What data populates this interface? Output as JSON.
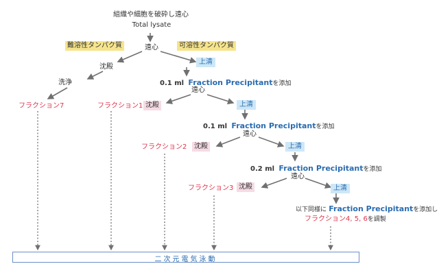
{
  "chart_data": {
    "type": "table",
    "nodes": {
      "start": "組織や細胞を破砕し遠心",
      "lysate": "Total lysate",
      "insoluble": "難溶性タンパク質",
      "soluble": "可溶性タンパク質",
      "centrifuge": "遠心",
      "precipitate": "沈殿",
      "supernatant": "上清",
      "wash": "洗浄",
      "fr7": "フラクション7",
      "fr1": "フラクション1",
      "fr2": "フラクション2",
      "fr3": "フラクション3",
      "amount1": "0.1 ml",
      "amount2": "0.1 ml",
      "amount3": "0.2 ml",
      "reagent": "Fraction Precipitant",
      "add": "を添加",
      "repeat_prefix": "以下同様に",
      "add_repeat": "を添加し",
      "fr456": "フラクション4, 5, 6",
      "prepare": "を調製",
      "final": "二次元電気泳動"
    },
    "colors": {
      "arrow": "#707070",
      "red_text": "#e0344d",
      "blue_text": "#2a6cb0"
    }
  }
}
